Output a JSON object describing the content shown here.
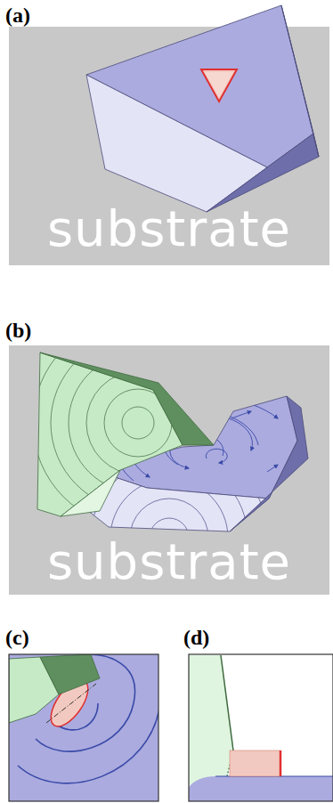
{
  "diagram": {
    "labels": [
      "(a)",
      "substrate",
      "(b)",
      "substrate",
      "(c)",
      "(d)"
    ]
  }
}
